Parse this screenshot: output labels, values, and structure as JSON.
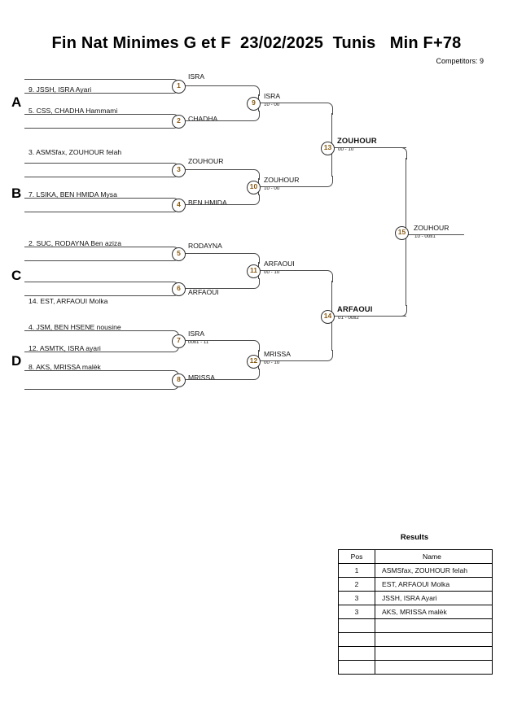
{
  "header": {
    "title": "Fin Nat Minimes G et F  23/02/2025  Tunis   Min F+78",
    "competitors_label": "Competitors: 9"
  },
  "groups": [
    {
      "label": "A"
    },
    {
      "label": "B"
    },
    {
      "label": "C"
    },
    {
      "label": "D"
    }
  ],
  "seeds": [
    {
      "id": "s1",
      "text": "9. JSSH, ISRA Ayari"
    },
    {
      "id": "s2",
      "text": "5. CSS, CHADHA Hammami"
    },
    {
      "id": "s3",
      "text": "3. ASMSfax, ZOUHOUR felah"
    },
    {
      "id": "s4",
      "text": "7. LSIKA, BEN HMIDA Mysa"
    },
    {
      "id": "s5",
      "text": "2. SUC, RODAYNA Ben aziza"
    },
    {
      "id": "s6",
      "text": "14. EST, ARFAOUI Molka"
    },
    {
      "id": "s7",
      "text": "4. JSM, BEN HSENE nousine"
    },
    {
      "id": "s8",
      "text": "12. ASMTK, ISRA ayari"
    },
    {
      "id": "s9",
      "text": "8. AKS, MRISSA malèk"
    }
  ],
  "matches": {
    "m1": {
      "number": "1",
      "winner": "ISRA",
      "score": ""
    },
    "m2": {
      "number": "2",
      "winner": "CHADHA",
      "score": ""
    },
    "m3": {
      "number": "3",
      "winner": "ZOUHOUR",
      "score": ""
    },
    "m4": {
      "number": "4",
      "winner": "BEN HMIDA",
      "score": ""
    },
    "m5": {
      "number": "5",
      "winner": "RODAYNA",
      "score": ""
    },
    "m6": {
      "number": "6",
      "winner": "ARFAOUI",
      "score": ""
    },
    "m7": {
      "number": "7",
      "winner": "ISRA",
      "score": "00s1 - 11"
    },
    "m8": {
      "number": "8",
      "winner": "MRISSA",
      "score": ""
    },
    "m9": {
      "number": "9",
      "winner": "ISRA",
      "score": "10 - 00"
    },
    "m10": {
      "number": "10",
      "winner": "ZOUHOUR",
      "score": "10 - 00"
    },
    "m11": {
      "number": "11",
      "winner": "ARFAOUI",
      "score": "00 - 10"
    },
    "m12": {
      "number": "12",
      "winner": "MRISSA",
      "score": "00 - 10"
    },
    "m13": {
      "number": "13",
      "winner": "ZOUHOUR",
      "score": "00 - 10"
    },
    "m14": {
      "number": "14",
      "winner": "ARFAOUI",
      "score": "01 - 00s2"
    },
    "m15": {
      "number": "15",
      "winner": "ZOUHOUR",
      "score": "10 - 00s1"
    }
  },
  "results": {
    "title": "Results",
    "columns": {
      "pos": "Pos",
      "name": "Name"
    },
    "rows": [
      {
        "pos": "1",
        "name": "ASMSfax, ZOUHOUR felah"
      },
      {
        "pos": "2",
        "name": "EST, ARFAOUI Molka"
      },
      {
        "pos": "3",
        "name": "JSSH, ISRA Ayari"
      },
      {
        "pos": "3",
        "name": "AKS, MRISSA malèk"
      },
      {
        "pos": "",
        "name": ""
      },
      {
        "pos": "",
        "name": ""
      },
      {
        "pos": "",
        "name": ""
      },
      {
        "pos": "",
        "name": ""
      }
    ]
  }
}
